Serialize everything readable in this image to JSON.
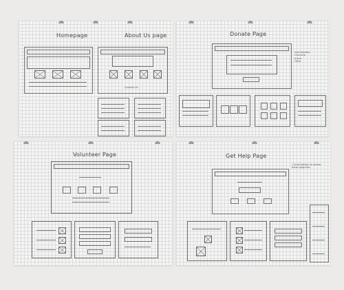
{
  "sheets": {
    "homepage": {
      "title_home": "Homepage",
      "title_about": "About Us page",
      "labels": [
        "Contact Us"
      ]
    },
    "donate": {
      "title": "Donate Page",
      "notes": [
        "Give Monthly",
        "One-time",
        "$ amt",
        "Other"
      ]
    },
    "volunteer": {
      "title": "Volunteer Page"
    },
    "help": {
      "title": "Get Help Page",
      "side_note": "* Scroll bottom to review these programs"
    }
  },
  "colors": {
    "paper": "#f6f5f2",
    "grid": "#d9dcdf",
    "pencil": "#6f6f6f",
    "background": "#ecebea"
  }
}
